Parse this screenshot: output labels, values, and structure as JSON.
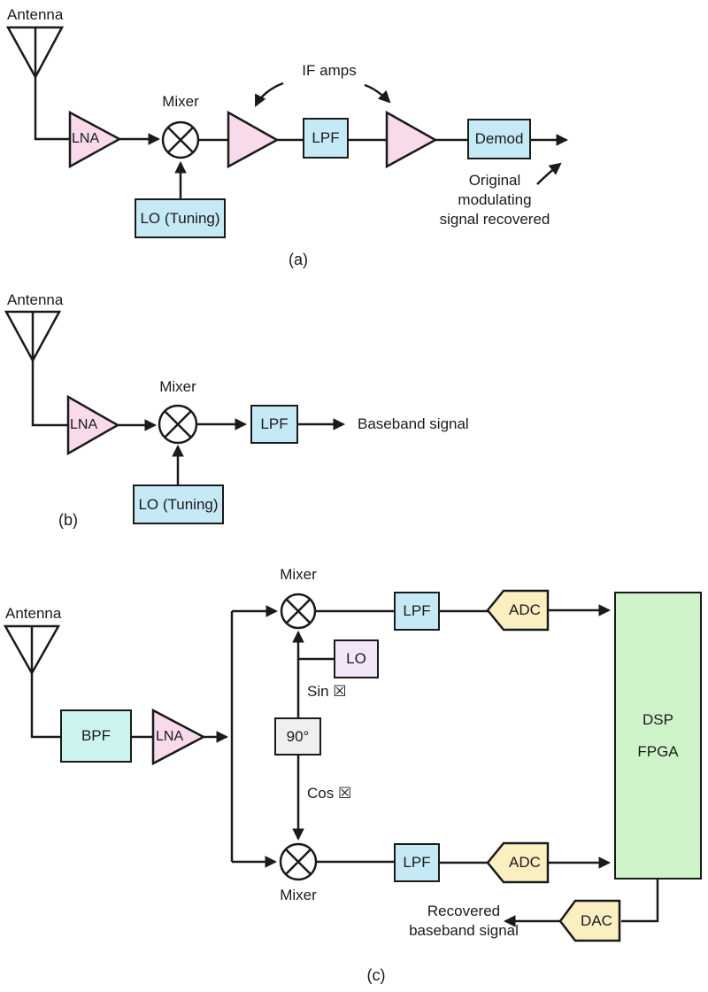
{
  "palette": {
    "amp_pink": "#F8DAEB",
    "filter_blue": "#C6E9F6",
    "bpf_cyan": "#CBF3F0",
    "lo_lavender": "#F3E6F9",
    "phase_gray": "#EFEFEF",
    "converter_cream": "#FAEFC1",
    "dsp_green": "#CEF3C9",
    "line_black": "#1A1A1A"
  },
  "diagram": {
    "section_a": {
      "antenna_label": "Antenna",
      "lna_label": "LNA",
      "mixer_label": "Mixer",
      "if_amps_label": "IF amps",
      "lpf_label": "LPF",
      "demod_label": "Demod",
      "lo_label": "LO (Tuning)",
      "note_line1": "Original",
      "note_line2": "modulating",
      "note_line3": "signal recovered",
      "caption": "(a)"
    },
    "section_b": {
      "antenna_label": "Antenna",
      "lna_label": "LNA",
      "mixer_label": "Mixer",
      "lpf_label": "LPF",
      "lo_label": "LO (Tuning)",
      "output_label": "Baseband signal",
      "caption": "(b)"
    },
    "section_c": {
      "antenna_label": "Antenna",
      "bpf_label": "BPF",
      "lna_label": "LNA",
      "mixer_top_label": "Mixer",
      "mixer_bottom_label": "Mixer",
      "lo_label": "LO",
      "sin_label": "Sin ☒",
      "cos_label": "Cos ☒",
      "phase_label": "90°",
      "lpf_top_label": "LPF",
      "lpf_bottom_label": "LPF",
      "adc_top_label": "ADC",
      "adc_bottom_label": "ADC",
      "dac_label": "DAC",
      "dsp_label": "DSP",
      "fpga_label": "FPGA",
      "note_line1": "Recovered",
      "note_line2": "baseband signal",
      "caption": "(c)"
    }
  }
}
